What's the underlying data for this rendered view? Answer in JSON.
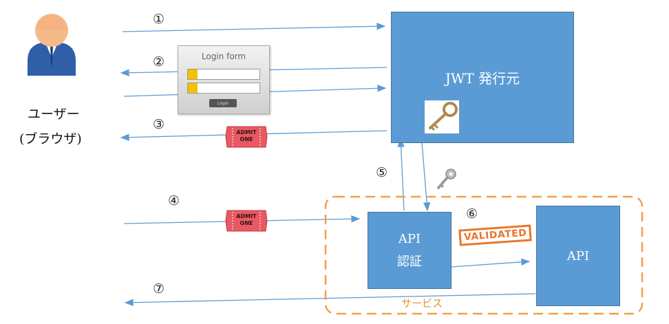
{
  "steps": {
    "s1": "①",
    "s2": "②",
    "s3": "③",
    "s4": "④",
    "s5": "⑤",
    "s6": "⑥",
    "s7": "⑦"
  },
  "user": {
    "name": "ユーザー",
    "role": "(ブラウザ)"
  },
  "issuer": {
    "label": "JWT 発行元"
  },
  "auth": {
    "line1": "API",
    "line2": "認証"
  },
  "api": {
    "label": "API"
  },
  "service": {
    "label": "サービス"
  },
  "login_form": {
    "title": "Login form",
    "button": "Login"
  },
  "ticket": {
    "line1": "ADMIT",
    "line2": "ONE"
  },
  "stamp": {
    "label": "VALIDATED"
  },
  "colors": {
    "box": "#5b9bd5",
    "arrow": "#5b9bd5",
    "service_border": "#f0a046",
    "ticket": "#e85a63",
    "stamp": "#e8762c"
  }
}
